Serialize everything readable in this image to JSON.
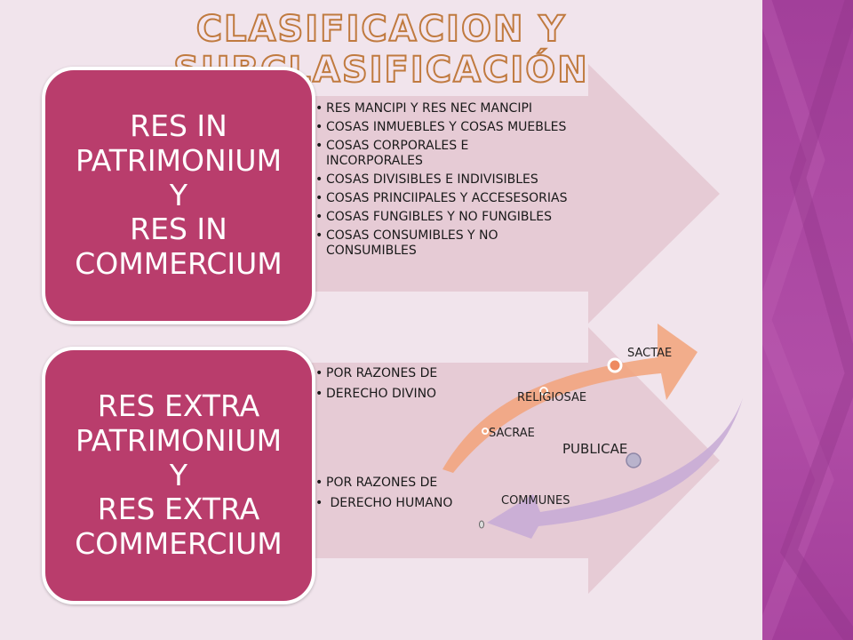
{
  "title": "CLASIFICACION Y SUBCLASIFICACIÓN",
  "colors": {
    "box_fill": "#b93d6c",
    "arrow_fill": "#e6cbd5",
    "orange_arrow": "#f2a37a",
    "lilac_arrow": "#c8acd6",
    "side_band": "#a84aa0"
  },
  "box1": {
    "lines": [
      "RES IN",
      "PATRIMONIUM",
      "Y",
      "RES IN",
      "COMMERCIUM"
    ]
  },
  "list1": [
    "RES MANCIPI Y RES NEC MANCIPI",
    "COSAS INMUEBLES Y COSAS MUEBLES",
    "COSAS CORPORALES E INCORPORALES",
    "COSAS DIVISIBLES E INDIVISIBLES",
    "COSAS PRINCIIPALES Y ACCESESORIAS",
    "COSAS FUNGIBLES Y NO FUNGIBLES",
    "COSAS CONSUMIBLES Y NO CONSUMIBLES"
  ],
  "box2": {
    "lines": [
      "RES EXTRA",
      "PATRIMONIUM",
      "Y",
      "RES EXTRA",
      "COMMERCIUM"
    ]
  },
  "list2a": [
    "POR RAZONES DE",
    "DERECHO DIVINO"
  ],
  "list2b": [
    "POR RAZONES DE",
    " DERECHO HUMANO"
  ],
  "curved": {
    "sactae": "SACTAE",
    "religiosae": "RELIGIOSAE",
    "sacrae": "SACRAE",
    "publicae": "PUBLICAE",
    "communes": "COMMUNES"
  }
}
